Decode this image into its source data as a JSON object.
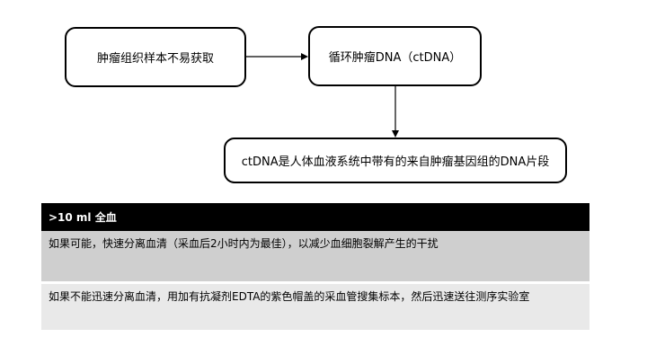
{
  "flowchart": {
    "nodes": {
      "tissue": "肿瘤组织样本不易获取",
      "ctdna": "循环肿瘤DNA（ctDNA）",
      "definition": "ctDNA是人体血液系统中带有的来自肿瘤基因组的DNA片段"
    },
    "edges": [
      {
        "from": "tissue",
        "to": "ctdna"
      },
      {
        "from": "ctdna",
        "to": "definition"
      }
    ]
  },
  "table": {
    "header": ">10 ml  全血",
    "rows": [
      "如果可能，快速分离血清（采血后2小时内为最佳），以减少血细胞裂解产生的干扰",
      "如果不能迅速分离血清，用加有抗凝剂EDTA的紫色帽盖的采血管搜集标本，然后迅速送往测序实验室"
    ]
  },
  "colors": {
    "header_bg": "#000000",
    "row_1_bg": "#cfcfcf",
    "row_2_bg": "#e9e9e9"
  }
}
